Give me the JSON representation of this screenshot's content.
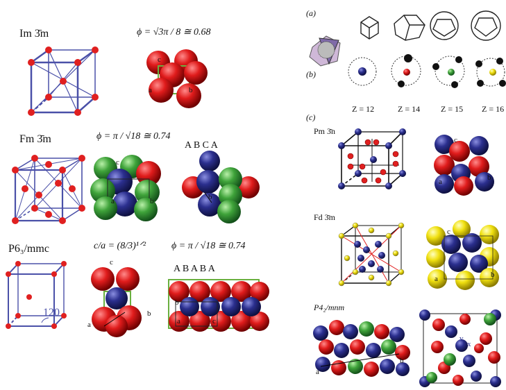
{
  "left": {
    "bcc": {
      "space_group": "Im 3̄m",
      "packing": "ϕ = √3π / 8 ≅ 0.68",
      "axes": [
        "c",
        "a",
        "b"
      ]
    },
    "fcc": {
      "space_group": "Fm 3̄m",
      "packing": "ϕ = π / √18 ≅ 0.74",
      "stacking": "A  B  C  A",
      "axes": [
        "c",
        "a",
        "b"
      ],
      "stack_axis": "b"
    },
    "hcp": {
      "space_group": "P6₃/mmc",
      "ratio": "c/a = (8/3)¹ᐟ²",
      "packing": "ϕ = π / √18 ≅ 0.74",
      "stacking": "A  B  A  B  A",
      "angle": "120",
      "axes": [
        "c",
        "a",
        "b"
      ],
      "side_axes": [
        "b",
        "a",
        "c"
      ]
    }
  },
  "right": {
    "panel_a": "(a)",
    "panel_b": "(b)",
    "panel_c": "(c)",
    "z_labels": [
      "Z = 12",
      "Z = 14",
      "Z = 15",
      "Z = 16"
    ],
    "a15": {
      "space_group": "Pm 3̄n",
      "axes": [
        "c",
        "a",
        "b"
      ]
    },
    "c15": {
      "space_group": "Fd 3̄m",
      "axes": [
        "c",
        "a",
        "b"
      ]
    },
    "sigma": {
      "space_group": "P4₂/mnm",
      "axes": [
        "a",
        "b"
      ],
      "markers": [
        "v",
        "x"
      ]
    }
  },
  "colors": {
    "red": "#d01818",
    "blue": "#2b2f8e",
    "green": "#3fa33a",
    "yellow": "#f0e010",
    "lattice": "#4a50a8"
  }
}
